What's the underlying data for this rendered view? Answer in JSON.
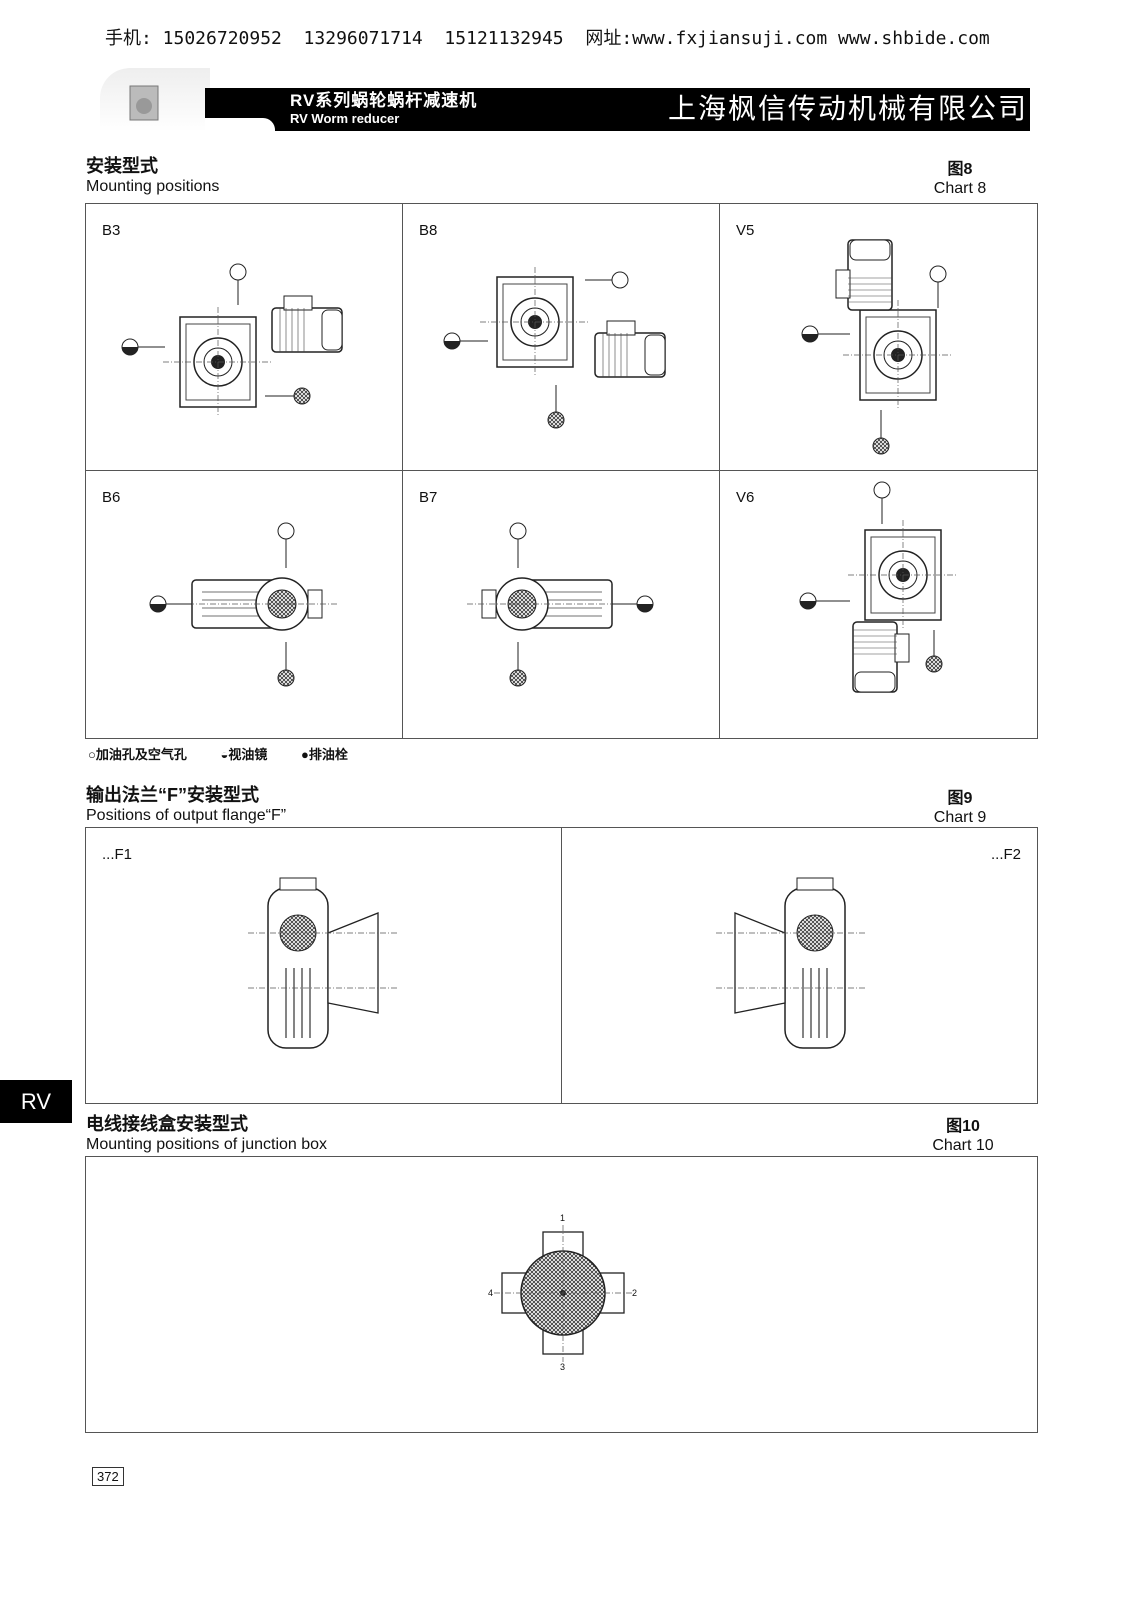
{
  "header": {
    "contact": "手机: 15026720952  13296071714  15121132945  网址:www.fxjiansuji.com www.shbide.com",
    "series_cn": "RV系列蜗轮蜗杆减速机",
    "series_en": "RV Worm reducer",
    "company": "上海枫信传动机械有限公司"
  },
  "section1": {
    "title_cn": "安装型式",
    "title_en": "Mounting positions",
    "chart_cn": "图8",
    "chart_en": "Chart 8",
    "cells": [
      "B3",
      "B8",
      "V5",
      "B6",
      "B7",
      "V6"
    ],
    "legend": [
      "○加油孔及空气孔",
      "◒视油镜",
      "●排油栓"
    ]
  },
  "section2": {
    "title_cn": "输出法兰“F”安装型式",
    "title_en": "Positions of output flange“F”",
    "chart_cn": "图9",
    "chart_en": "Chart 9",
    "cells": [
      "...F1",
      "...F2"
    ]
  },
  "section3": {
    "title_cn": "电线接线盒安装型式",
    "title_en": "Mounting positions of junction box",
    "chart_cn": "图10",
    "chart_en": "Chart 10",
    "positions": [
      "1",
      "2",
      "3",
      "4"
    ]
  },
  "side_tab": "RV",
  "page_number": "372"
}
